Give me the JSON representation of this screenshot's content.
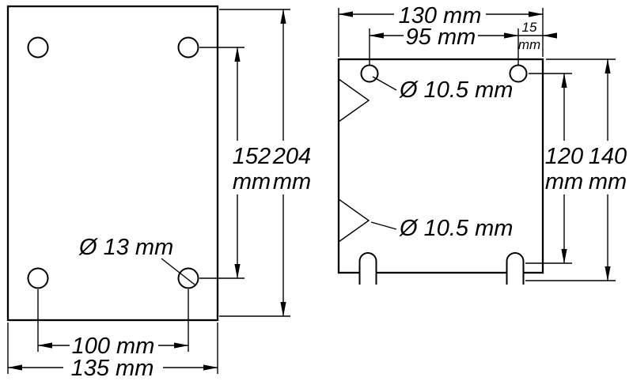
{
  "drawing": {
    "background_color": "#ffffff",
    "line_color": "#000000",
    "left_plate": {
      "hole_label": "Ø 13 mm",
      "height_inner_value": "152",
      "height_inner_unit": "mm",
      "height_outer_value": "204",
      "height_outer_unit": "mm",
      "width_inner_label": "100 mm",
      "width_outer_label": "135 mm"
    },
    "right_plate": {
      "width_outer_label": "130 mm",
      "width_inner_label": "95 mm",
      "offset_value": "15",
      "offset_unit": "mm",
      "hole_label_top": "Ø 10.5 mm",
      "hole_label_bottom": "Ø 10.5 mm",
      "height_inner_value": "120",
      "height_inner_unit": "mm",
      "height_outer_value": "140",
      "height_outer_unit": "mm"
    }
  }
}
